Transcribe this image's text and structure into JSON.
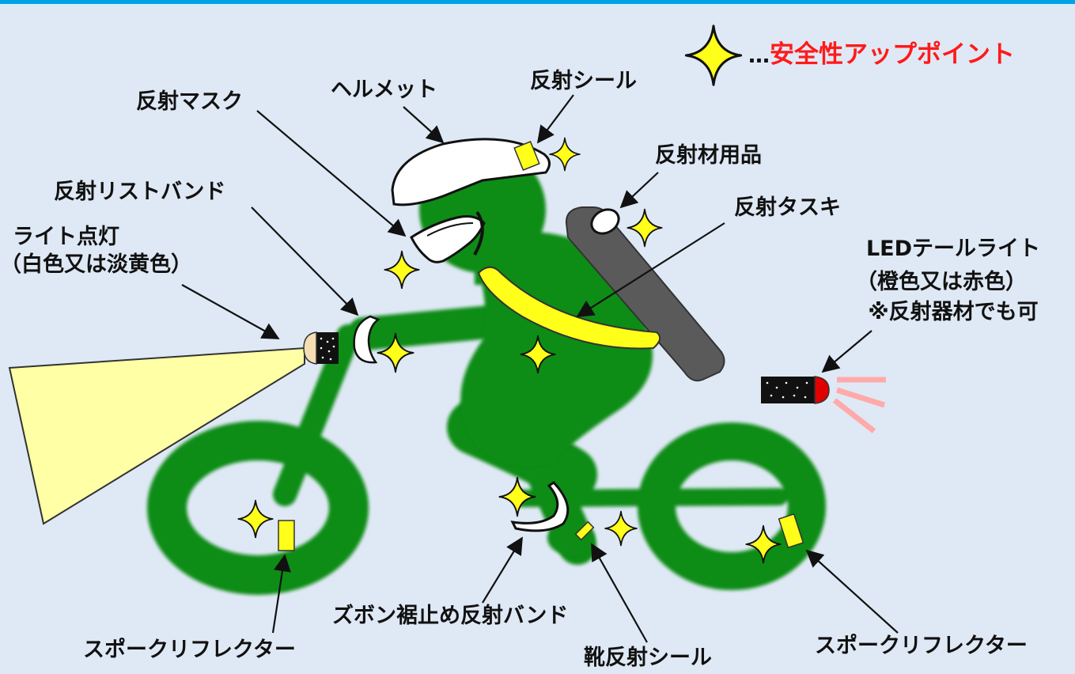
{
  "legend": {
    "ellipsis": "…",
    "text": "安全性アップポイント",
    "icon": "sparkle-star-icon",
    "text_color": "#ff1a1a"
  },
  "labels": {
    "reflective_mask": "反射マスク",
    "helmet": "ヘルメット",
    "reflective_sticker_helmet": "反射シール",
    "reflective_goods": "反射材用品",
    "reflective_sash": "反射タスキ",
    "reflective_wristband": "反射リストバンド",
    "light_on": "ライト点灯",
    "light_color": "（白色又は淡黄色）",
    "led_tail_light": "LEDテールライト",
    "tail_light_color": "（橙色又は赤色）",
    "tail_light_note": "※反射器材でも可",
    "trouser_band": "ズボン裾止め反射バンド",
    "spoke_reflector_front": "スポークリフレクター",
    "spoke_reflector_rear": "スポークリフレクター",
    "shoe_sticker": "靴反射シール"
  },
  "colors": {
    "background": "#dfe9f5",
    "top_bar": "#00a2e8",
    "rider_green": "#0d8c12",
    "star_yellow": "#ffff1a",
    "light_beam": "#ffffa6",
    "tail_red": "#e00000",
    "bag_gray": "#5a5a5a"
  }
}
